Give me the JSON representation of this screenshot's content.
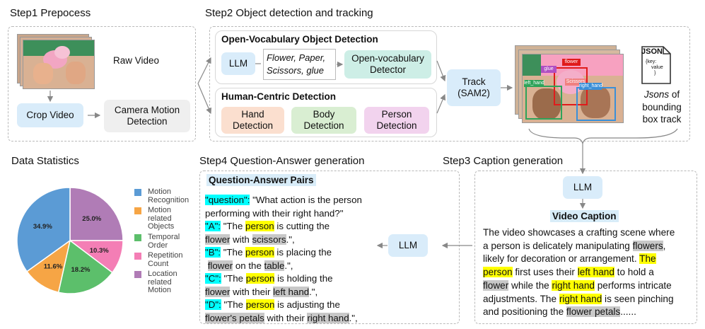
{
  "step1": {
    "title": "Step1  Prepocess",
    "raw_video": "Raw Video",
    "crop_video": "Crop Video",
    "camera_motion": [
      "Camera Motion",
      "Detection"
    ]
  },
  "step2": {
    "title": "Step2  Object detection and tracking",
    "ovd_title": "Open-Vocabulary Object Detection",
    "llm": "LLM",
    "prompt_words": [
      "Flower, Paper,",
      "Scissors, glue"
    ],
    "ovd_detector": [
      "Open-vocabulary",
      "Detector"
    ],
    "hcd_title": "Human-Centric Detection",
    "hand": [
      "Hand",
      "Detection"
    ],
    "body": [
      "Body",
      "Detection"
    ],
    "person": [
      "Person",
      "Detection"
    ],
    "track": [
      "Track",
      "(SAM2)"
    ],
    "frame_labels": [
      "flower",
      "glue",
      "Scissors",
      "left_hand",
      "right_hand"
    ],
    "json_icon_label": "JSON",
    "json_icon_text": [
      "{key:",
      "value",
      "}"
    ],
    "jsons": [
      "Jsons",
      " of",
      "bounding",
      "box track"
    ]
  },
  "stats": {
    "title": "Data Statistics",
    "colors": [
      "#5b9bd5",
      "#f6a545",
      "#5cbf6b",
      "#f47eb5",
      "#b07cb6"
    ],
    "legend": [
      [
        "Motion",
        "Recognition"
      ],
      [
        "Motion",
        "related",
        "Objects"
      ],
      [
        "Temporal",
        "Order"
      ],
      [
        "Repetition",
        "Count"
      ],
      [
        "Location",
        "related",
        "Motion"
      ]
    ]
  },
  "chart_data": {
    "type": "pie",
    "categories": [
      "Motion Recognition",
      "Motion related Objects",
      "Temporal Order",
      "Repetition Count",
      "Location related Motion"
    ],
    "values": [
      34.9,
      11.6,
      18.2,
      10.3,
      25.0
    ],
    "labels": [
      "34.9%",
      "11.6%",
      "18.2%",
      "10.3%",
      "25.0%"
    ],
    "colors": [
      "#5b9bd5",
      "#f6a545",
      "#5cbf6b",
      "#f47eb5",
      "#b07cb6"
    ],
    "title": "Data Statistics"
  },
  "step4": {
    "title": "Step4  Question-Answer generation",
    "qa_title": "Question-Answer Pairs",
    "llm": "LLM",
    "q_key": "\"question\":",
    "q_text1": " \"What action is the person",
    "q_text2": "performing with their right hand?\"",
    "a_key": "\"A\":",
    "a_1": " \"The ",
    "a_person": "person",
    "a_2": " is cutting the",
    "a_flower": "flower",
    "a_3": " with ",
    "a_scissors": "scissors",
    "a_4": ".\",",
    "b_key": "\"B\":",
    "b_1": " \"The ",
    "b_person": "person",
    "b_2": " is placing the",
    "b_flower": "flower",
    "b_3": " on the ",
    "b_table": "table",
    "b_4": ".\",",
    "c_key": "\"C\":",
    "c_1": " \"The ",
    "c_person": "person",
    "c_2": " is holding the",
    "c_flower": "flower",
    "c_3": " with their ",
    "c_lefthand": "left hand",
    "c_4": ".\",",
    "d_key": "\"D\":",
    "d_1": " \"The ",
    "d_person": "person",
    "d_2": " is adjusting the",
    "d_petals": "flower's petals",
    "d_3": " with their ",
    "d_righthand": "right hand",
    "d_4": ".\","
  },
  "step3": {
    "title": "Step3  Caption generation",
    "llm": "LLM",
    "video_caption": "Video Caption",
    "l1": "The video showcases a crafting scene where",
    "l2a": "a person is delicately manipulating ",
    "l2b": "flowers",
    "l2c": ",",
    "l3a": "likely for decoration or arrangement. ",
    "l3b": "The",
    "l4a": "person",
    "l4b": " first uses their ",
    "l4c": "left hand",
    "l4d": " to hold a",
    "l5a": "flower",
    "l5b": " while the ",
    "l5c": "right hand",
    "l5d": " performs intricate",
    "l6a": "adjustments. The ",
    "l6b": "right hand",
    "l6c": " is seen pinching",
    "l7a": "and positioning the ",
    "l7b": "flower petals",
    "l7c": "......"
  }
}
